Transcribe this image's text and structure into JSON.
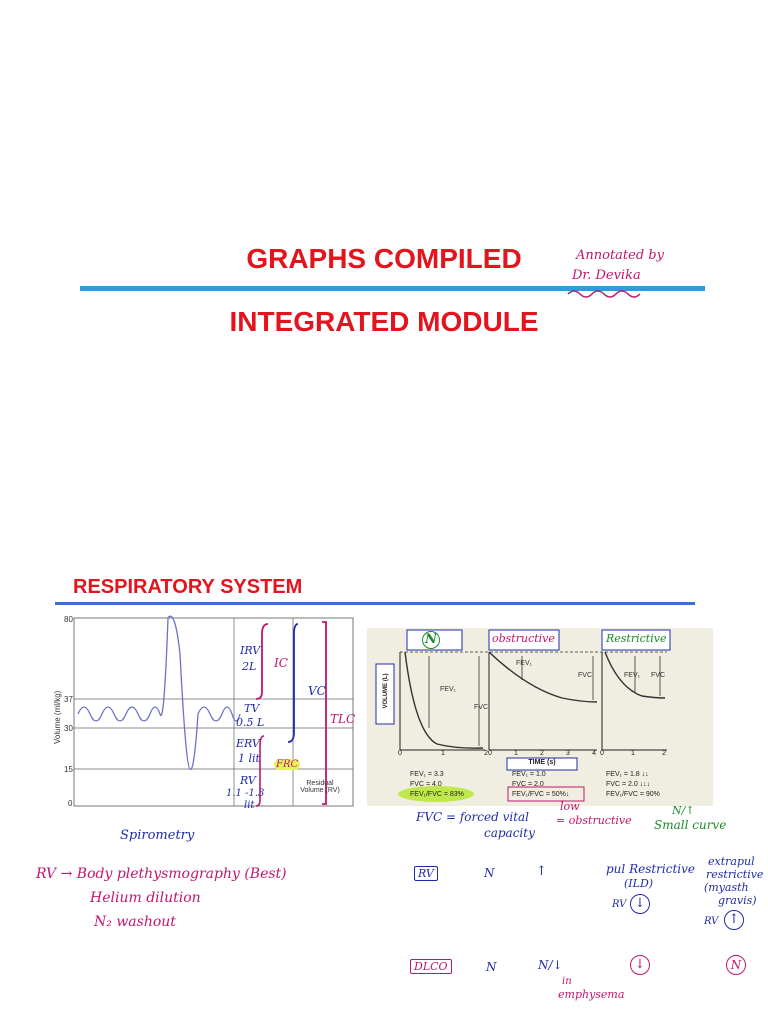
{
  "header": {
    "title1": "GRAPHS COMPILED",
    "title2": "INTEGRATED MODULE",
    "annot_line1": "Annotated by",
    "annot_line2": "Dr. Devika"
  },
  "section": {
    "title": "RESPIRATORY SYSTEM"
  },
  "spirometry_chart": {
    "yaxis_label": "Volume (ml/kg)",
    "yticks": [
      "80",
      "37",
      "30",
      "15",
      "0"
    ],
    "rv_label": "Residual Volume (RV)",
    "annotations": {
      "irv": "IRV",
      "irv_val": "2L",
      "ic": "IC",
      "tv": "TV",
      "tv_val": "0.5 L",
      "erv": "ERV",
      "erv_val": "1 lit",
      "frc": "FRC",
      "rv": "RV",
      "rv_val": "1.1 -1.3",
      "rv_unit": "lit",
      "vc": "VC",
      "tlc": "TLC",
      "spirometry": "Spirometry"
    }
  },
  "fv_chart": {
    "panels": [
      {
        "label": "N",
        "fev1": "FEV₁ = 3.3",
        "fvc": "FVC = 4.0",
        "ratio": "FEV₁/FVC = 83%"
      },
      {
        "label": "obstructive",
        "fev1": "FEV₁ = 1.0",
        "fvc": "FVC = 2.0",
        "ratio": "FEV₁/FVC = 50%↓"
      },
      {
        "label": "Restrictive",
        "fev1": "FEV₁ = 1.8 ↓↓",
        "fvc": "FVC = 2.0 ↓↓↓",
        "ratio": "FEV₁/FVC = 90%"
      }
    ],
    "ylabel": "VOLUME (L)",
    "xlabel": "TIME (s)",
    "xticks1": [
      "0",
      "1",
      "2"
    ],
    "xticks2": [
      "0",
      "1",
      "2",
      "3",
      "4"
    ],
    "xticks3": [
      "0",
      "1",
      "2"
    ],
    "curve_labels": {
      "fev1": "FEV₁",
      "fvc": "FVC"
    }
  },
  "notes": {
    "fvc_def_1": "FVC = forced vital",
    "fvc_def_2": "capacity",
    "low_1": "low",
    "low_2": "= obstructive",
    "n_up": "N/↑",
    "small_curve": "Small curve",
    "rv_methods": [
      "RV → Body plethysmography (Best)",
      "Helium dilution",
      "N₂ washout"
    ],
    "pul_restrictive": "pul Restrictive",
    "ild": "(ILD)",
    "extrapul_1": "extrapul",
    "extrapul_2": "restrictive",
    "extrapul_3": "(myasth",
    "extrapul_4": "gravis)"
  },
  "table": {
    "row1": {
      "label": "RV",
      "c1": "N",
      "c2": "↑",
      "c3_prefix": "RV",
      "c3": "↓",
      "c4_prefix": "RV",
      "c4": "↑"
    },
    "row2": {
      "label": "DLCO",
      "c1": "N",
      "c2": "N/↓",
      "c2_note1": "in",
      "c2_note2": "emphysema",
      "c3": "↓",
      "c4": "N"
    }
  }
}
